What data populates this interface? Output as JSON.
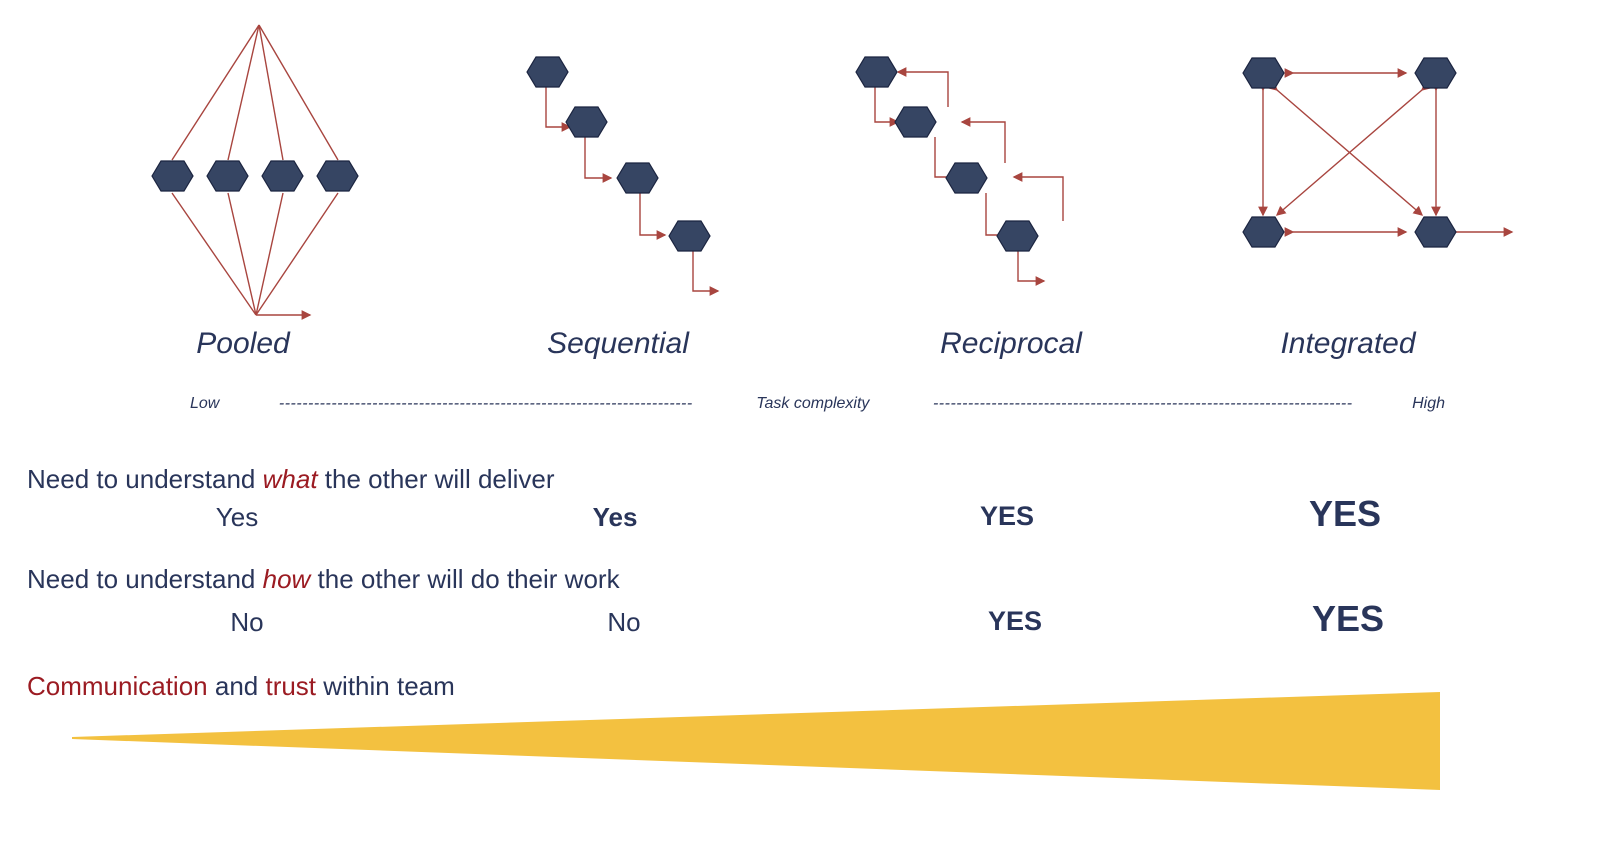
{
  "colors": {
    "navy": "#29355a",
    "hexagon_fill": "#364563",
    "hexagon_stroke": "#1b2440",
    "arrow": "#a8453f",
    "accent_red": "#9b1b22",
    "wedge_yellow": "#f3c140",
    "background": "#ffffff"
  },
  "patterns": [
    {
      "id": "pooled",
      "label": "Pooled",
      "node_count": 4,
      "topology": "converging-diamond"
    },
    {
      "id": "sequential",
      "label": "Sequential",
      "node_count": 4,
      "topology": "staircase-one-way"
    },
    {
      "id": "reciprocal",
      "label": "Reciprocal",
      "node_count": 4,
      "topology": "staircase-with-feedback"
    },
    {
      "id": "integrated",
      "label": "Integrated",
      "node_count": 4,
      "topology": "fully-connected-square"
    }
  ],
  "axis": {
    "low_label": "Low",
    "center_label": "Task complexity",
    "high_label": "High",
    "dash_char": "-"
  },
  "rows": [
    {
      "id": "what",
      "statement_parts": [
        {
          "text": "Need to understand ",
          "style": "navy"
        },
        {
          "text": "what",
          "style": "em"
        },
        {
          "text": " the other will deliver",
          "style": "navy"
        }
      ],
      "statement_plain": "Need to understand what the other will deliver",
      "answers": [
        "Yes",
        "Yes",
        "YES",
        "YES"
      ]
    },
    {
      "id": "how",
      "statement_parts": [
        {
          "text": "Need to understand ",
          "style": "navy"
        },
        {
          "text": "how",
          "style": "em"
        },
        {
          "text": " the other will do their work",
          "style": "navy"
        }
      ],
      "statement_plain": "Need to understand how the other will do their work",
      "answers": [
        "No",
        "No",
        "YES",
        "YES"
      ]
    }
  ],
  "communication_row": {
    "parts": [
      {
        "text": "Communication",
        "style": "red"
      },
      {
        "text": " and ",
        "style": "navy"
      },
      {
        "text": "trust",
        "style": "red"
      },
      {
        "text": " within team",
        "style": "navy"
      }
    ],
    "plain": "Communication and trust within team"
  }
}
